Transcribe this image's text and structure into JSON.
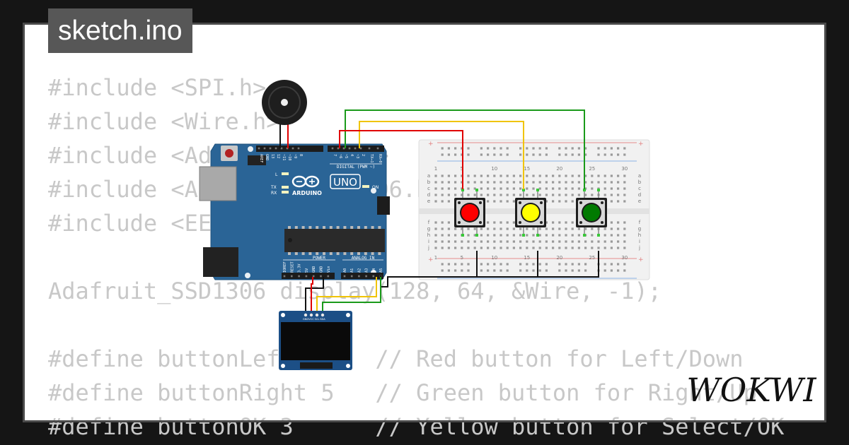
{
  "header": {
    "filename": "sketch.ino"
  },
  "brand": {
    "logo_text": "WOKWI"
  },
  "code_lines": [
    "#include <SPI.h>",
    "#include <Wire.h>",
    "#include <Adafruit_GFX.h>",
    "#include <Adafruit_SSD1306.h>",
    "#include <EEPROM.h>",
    "",
    "Adafruit_SSD1306 display(128, 64, &Wire, -1);",
    "",
    "#define buttonLeft 2    // Red button for Left/Down",
    "#define buttonRight 5   // Green button for Right/Up",
    "#define buttonOK 3      // Yellow button for Select/OK"
  ],
  "arduino": {
    "model": "UNO",
    "brand": "ARDUINO",
    "digital_label": "DIGITAL (PWM ~)",
    "analog_label": "ANALOG IN",
    "power_label": "POWER",
    "on_label": "ON",
    "l_label": "L",
    "tx_label": "TX",
    "rx_label": "RX",
    "top_pins": [
      "AREF",
      "GND",
      "13",
      "12",
      "~11",
      "~10",
      "~9",
      "8",
      "7",
      "~6",
      "~5",
      "4",
      "~3",
      "2",
      "TX→1",
      "RX←0"
    ],
    "power_pins": [
      "IOREF",
      "RESET",
      "3.3V",
      "5V",
      "GND",
      "GND",
      "Vin"
    ],
    "analog_pins": [
      "A0",
      "A1",
      "A2",
      "A3",
      "A4",
      "A5"
    ]
  },
  "oled": {
    "pins": [
      "GND",
      "VCC",
      "SCL",
      "SDA"
    ]
  },
  "breadboard": {
    "column_numbers": [
      "1",
      "5",
      "10",
      "15",
      "20",
      "25",
      "30"
    ],
    "row_letters_top": [
      "a",
      "b",
      "c",
      "d",
      "e"
    ],
    "row_letters_bottom": [
      "f",
      "g",
      "h",
      "i",
      "j"
    ]
  },
  "buttons": [
    {
      "label": "red",
      "color": "#ff0000"
    },
    {
      "label": "yellow",
      "color": "#ffff00"
    },
    {
      "label": "green",
      "color": "#007a00"
    }
  ],
  "wires": {
    "red": "#e00000",
    "yellow": "#f0c400",
    "green": "#1a9a1a",
    "black": "#111111"
  },
  "colors": {
    "board": "#2a6496",
    "background": "#151515",
    "card": "#ffffff"
  }
}
